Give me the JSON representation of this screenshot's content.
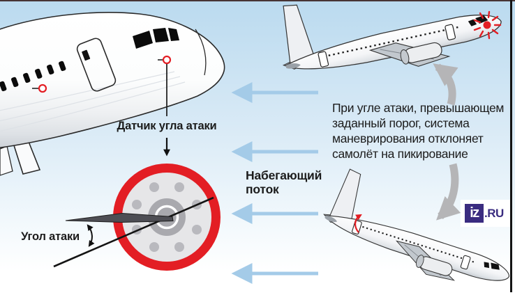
{
  "callouts": {
    "sensor_label": "Датчик угла атаки",
    "angle_label": "Угол атаки",
    "flow_label_line1": "Набегающий",
    "flow_label_line2": "поток"
  },
  "description": {
    "lines": [
      "При угле атаки, превышающем",
      "заданный порог, система",
      "маневрирования отклоняет",
      "самолёт на пикирование"
    ]
  },
  "logo": {
    "square_text": "iz",
    "suffix": ".RU"
  },
  "icons": {
    "flow_arrow": "left-arrow",
    "climb_arrow": "curved-up-arrow",
    "dive_arrow": "curved-down-arrow",
    "sensor_pointer": "down-arrow",
    "angle_span_arrow": "double-headed-arc-arrow",
    "stall_warning_flash": "flashing-red-dot",
    "elevator_deflection": "curved-red-arrow",
    "aoa_sensor_mark": "red-circle-marker"
  },
  "colors": {
    "sky_top": "#badaef",
    "sky_mid": "#d9eaf6",
    "sky_low": "#f1f8fc",
    "sky_bottom": "#ffffff",
    "accent_red": "#e31e24",
    "flow_arrow_blue": "#a4cbe8",
    "maneuver_arrow_gray": "#b5b5b7",
    "logo_purple": "#3a2c80",
    "border_top_color": "#473435",
    "frame_line": "#141414",
    "text_color": "#1c1c1c",
    "dial_face": "#e6e6e8",
    "dial_dot": "#b9b9be",
    "dial_hub": "#a9a9ae",
    "vane_dark": "#4e4e54"
  }
}
